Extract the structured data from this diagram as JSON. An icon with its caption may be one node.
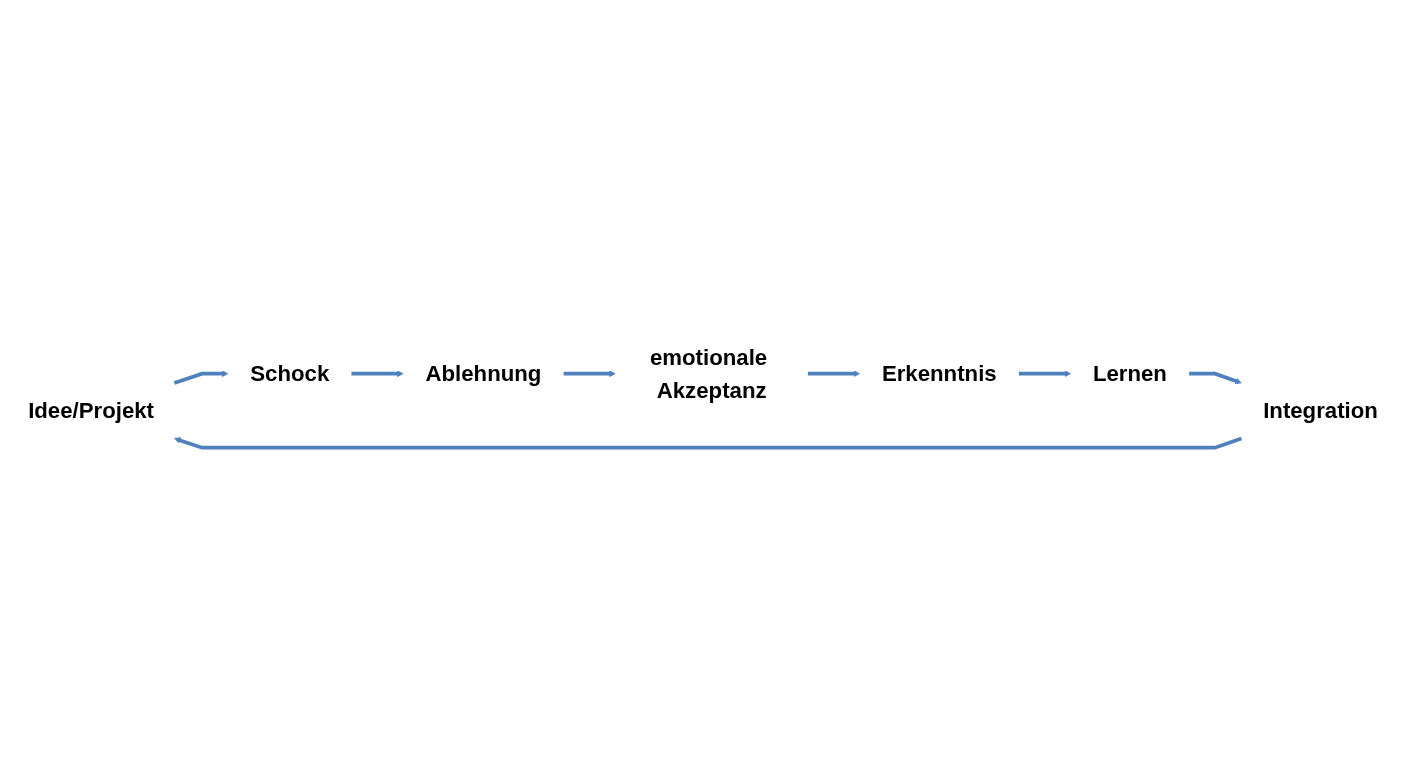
{
  "diagram": {
    "nodes": [
      {
        "text": [
          "Idee/Projekt"
        ]
      },
      {
        "text": [
          "Schock"
        ]
      },
      {
        "text": [
          "Ablehnung"
        ]
      },
      {
        "text": [
          "emotionale Akzeptanz"
        ]
      },
      {
        "text": [
          "Erkenntnis"
        ]
      },
      {
        "text": [
          "Lernen"
        ]
      },
      {
        "text": [
          "Integration"
        ]
      }
    ],
    "edges": [
      {
        "from": 0,
        "to": 1,
        "arrow": "to"
      },
      {
        "from": 1,
        "to": 2,
        "arrow": "to"
      },
      {
        "from": 2,
        "to": 3,
        "arrow": "to"
      },
      {
        "from": 3,
        "to": 4,
        "arrow": "to"
      },
      {
        "from": 4,
        "to": 5,
        "arrow": "to"
      },
      {
        "from": 5,
        "to": 6,
        "arrow": "to"
      },
      {
        "from": 6,
        "to": 0,
        "arrow": "to"
      }
    ]
  }
}
